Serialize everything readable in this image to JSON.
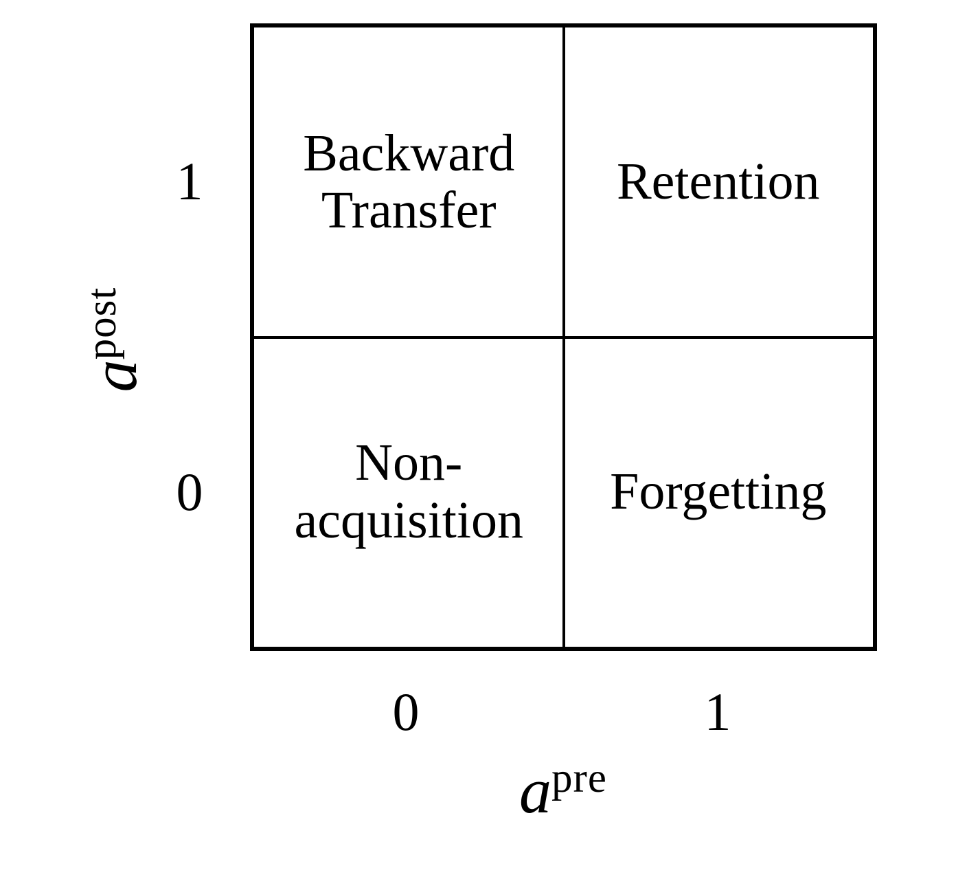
{
  "figure": {
    "background_color": "#ffffff",
    "line_color": "#000000",
    "quadrants": {
      "top_left": {
        "lines": [
          "Backward",
          "Transfer"
        ]
      },
      "top_right": {
        "lines": [
          "Retention"
        ]
      },
      "bottom_left": {
        "lines": [
          "Non-",
          "acquisition"
        ]
      },
      "bottom_right": {
        "lines": [
          "Forgetting"
        ]
      }
    },
    "x_axis": {
      "label_base": "a",
      "label_sup": "pre",
      "ticks": [
        "0",
        "1"
      ]
    },
    "y_axis": {
      "label_base": "a",
      "label_sup": "post",
      "ticks": [
        "1",
        "0"
      ]
    }
  }
}
